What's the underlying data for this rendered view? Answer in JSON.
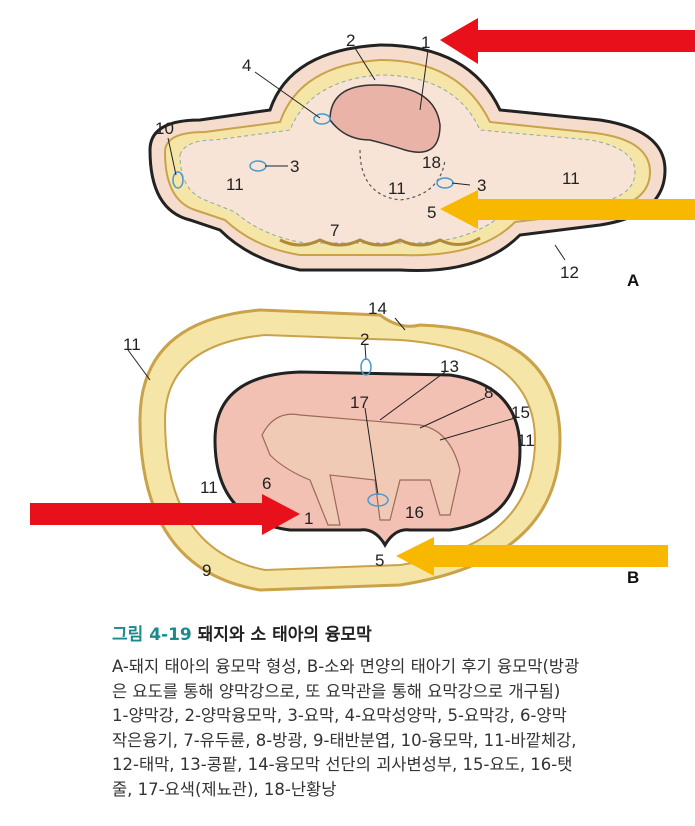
{
  "figure": {
    "number_label": "그림 4-19",
    "title": "돼지와 소 태아의 융모막",
    "description_lines": [
      "A-돼지 태아의 융모막 형성, B-소와 면양의 태아기 후기 융모막(방광",
      "은 요도를 통해 양막강으로, 또 요막관을 통해 요막강으로 개구됨)",
      "1-양막강, 2-양막융모막, 3-요막, 4-요막성양막, 5-요막강, 6-양막",
      "작은융기, 7-유두륜, 8-방광, 9-태반분엽, 10-융모막, 11-바깥체강,",
      "12-태막, 13-콩팥, 14-융모막 선단의 괴사변성부, 15-요도, 16-탯",
      "줄, 17-요색(제뇨관), 18-난황낭"
    ]
  },
  "panel_a": {
    "panel_label": "A",
    "labels": [
      "2",
      "1",
      "4",
      "10",
      "3",
      "18",
      "11",
      "11",
      "3",
      "11",
      "5",
      "7",
      "12"
    ]
  },
  "panel_b": {
    "panel_label": "B",
    "labels": [
      "14",
      "11",
      "2",
      "13",
      "8",
      "17",
      "15",
      "11",
      "11",
      "6",
      "1",
      "16",
      "5",
      "9"
    ]
  },
  "colors": {
    "red_arrow": "#e8101a",
    "yellow_arrow": "#f8b800",
    "tissue": "#f6dccc",
    "membrane": "#f5e6a8",
    "amnion": "#f2c1b4",
    "caption_accent": "#1a8a8a"
  }
}
